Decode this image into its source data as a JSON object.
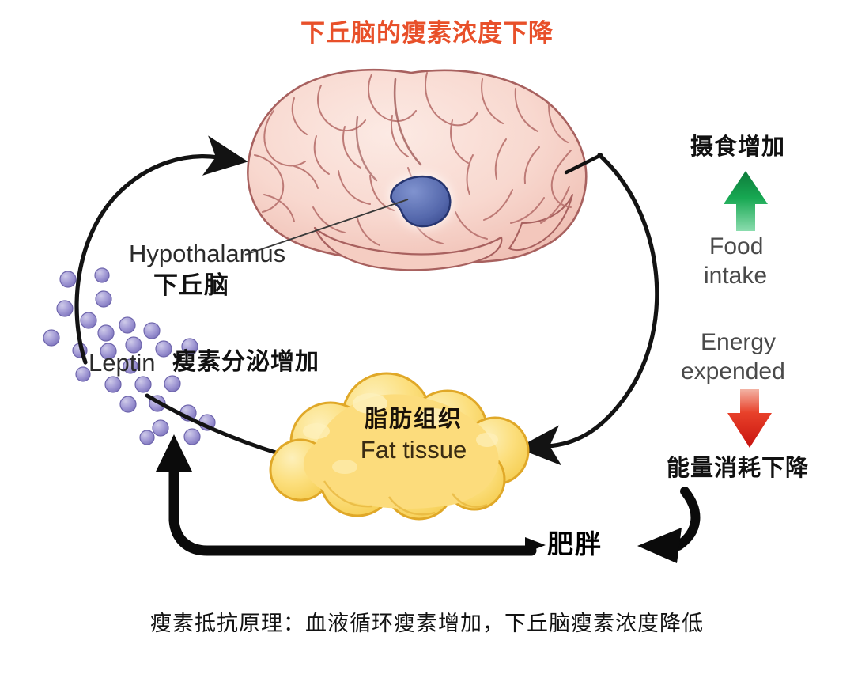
{
  "diagram": {
    "title": "下丘脑的瘦素浓度下降",
    "title_color": "#e8502a",
    "caption": "瘦素抵抗原理：血液循环瘦素增加，下丘脑瘦素浓度降低"
  },
  "brain": {
    "label_en": "Hypothalamus",
    "label_cn": "下丘脑",
    "organ_color": "#f7d5cc",
    "organ_outline": "#a8615f",
    "hypothalamus_color": "#5a6fb5",
    "hypothalamus_outline": "#2a3a78"
  },
  "leptin": {
    "label_en": "Leptin",
    "label_cn": "瘦素分泌增加",
    "particle_color": "#9b93d1",
    "particle_count": 26
  },
  "fat_tissue": {
    "label_cn": "脂肪组织",
    "label_en": "Fat tissue",
    "fill_color": "#fbd964",
    "highlight_color": "#fdeea8",
    "outline_color": "#e0a828"
  },
  "food_intake": {
    "label_cn": "摄食增加",
    "label_en_line1": "Food",
    "label_en_line2": "intake",
    "arrow_direction": "up",
    "arrow_color": "#12a04a",
    "arrow_name": "green-up-arrow"
  },
  "energy_expended": {
    "label_en_line1": "Energy",
    "label_en_line2": "expended",
    "label_cn": "能量消耗下降",
    "arrow_direction": "down",
    "arrow_color": "#e01f1f",
    "arrow_name": "red-down-arrow"
  },
  "obesity": {
    "label_cn": "肥胖"
  },
  "flow_arrows": [
    {
      "name": "leptin-to-brain-arrow",
      "from": "leptin",
      "to": "brain",
      "style": "curved-thin-black"
    },
    {
      "name": "brain-to-fat-arrow",
      "from": "brain",
      "to": "fat-tissue",
      "style": "curved-thin-black"
    },
    {
      "name": "fat-to-leptin-arrow",
      "from": "fat-tissue",
      "to": "leptin",
      "style": "curved-thin-black"
    },
    {
      "name": "obesity-feedback-arrow",
      "from": "obesity",
      "to": "leptin",
      "style": "thick-black-elbow"
    },
    {
      "name": "energy-to-obesity-arrow",
      "from": "energy-expended",
      "to": "obesity",
      "style": "hook-black"
    }
  ]
}
